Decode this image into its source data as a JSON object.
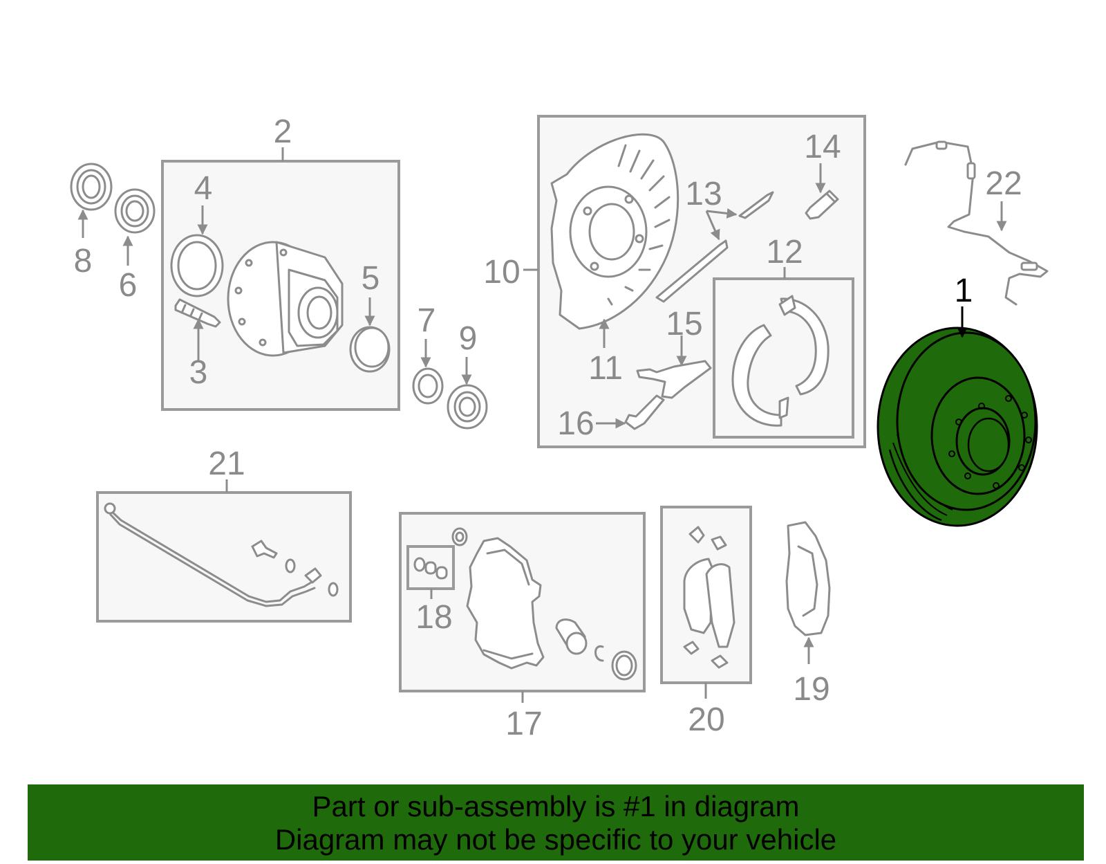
{
  "callouts": {
    "c1": "1",
    "c2": "2",
    "c3": "3",
    "c4": "4",
    "c5": "5",
    "c6": "6",
    "c7": "7",
    "c8": "8",
    "c9": "9",
    "c10": "10",
    "c11": "11",
    "c12": "12",
    "c13": "13",
    "c14": "14",
    "c15": "15",
    "c16": "16",
    "c17": "17",
    "c18": "18",
    "c19": "19",
    "c20": "20",
    "c21": "21",
    "c22": "22"
  },
  "highlight_part": "1",
  "colors": {
    "highlight": "#1f6a0a",
    "outline": "#8c8c8c",
    "box_fill": "#f7f7f7"
  },
  "banner": {
    "line1": "Part or sub-assembly is #1 in diagram",
    "line2": "Diagram may not be specific to your vehicle"
  }
}
